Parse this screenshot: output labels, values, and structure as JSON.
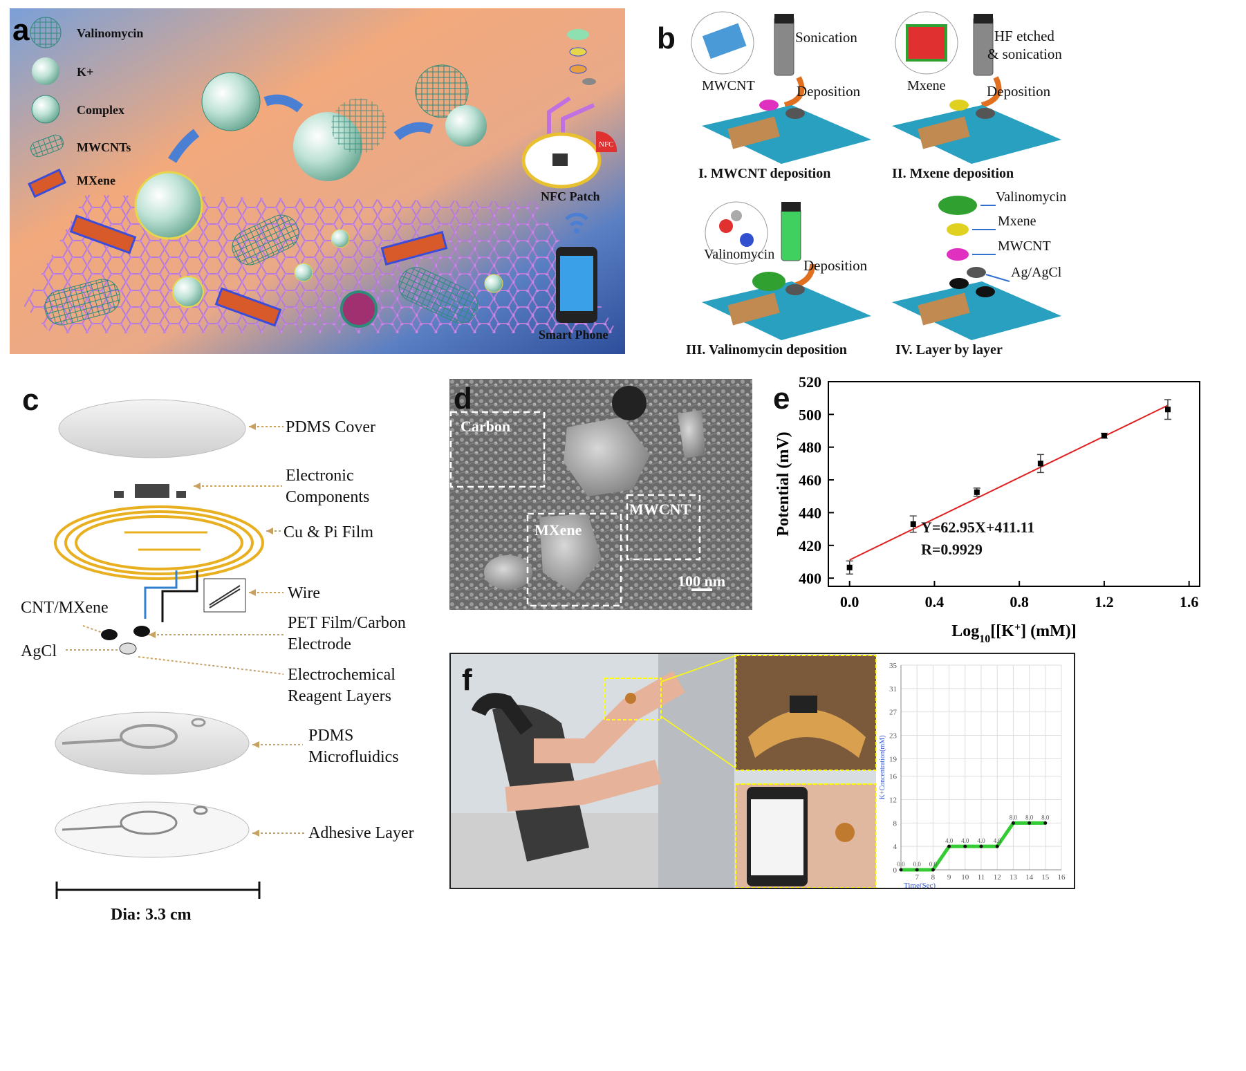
{
  "panel_a": {
    "label": "a",
    "legend": [
      "Valinomycin",
      "K+",
      "Complex",
      "MWCNTs",
      "MXene"
    ],
    "nfc_patch": "NFC Patch",
    "nfc_tag": "NFC",
    "smart_phone": "Smart Phone"
  },
  "panel_b": {
    "label": "b",
    "s1_material": "MWCNT",
    "s1_process": "Sonication",
    "s1_deposit": "Deposition",
    "s1_caption": "I. MWCNT deposition",
    "s2_material": "Mxene",
    "s2_process_1": "HF etched",
    "s2_process_2": "& sonication",
    "s2_deposit": "Deposition",
    "s2_caption": "II. Mxene  deposition",
    "s3_material": "Valinomycin",
    "s3_deposit": "Deposition",
    "s3_caption": "III. Valinomycin  deposition",
    "s4_layers": [
      "Valinomycin",
      "Mxene",
      "MWCNT",
      "Ag/AgCl"
    ],
    "s4_caption": "IV. Layer by layer"
  },
  "panel_c": {
    "label": "c",
    "pdms_cover": "PDMS Cover",
    "electronic_1": "Electronic",
    "electronic_2": "Components",
    "cu_pi": "Cu & Pi Film",
    "wire": "Wire",
    "cnt_mxene": "CNT/MXene",
    "agcl": "AgCl",
    "pet_1": "PET Film/Carbon",
    "pet_2": "Electrode",
    "reagent_1": "Electrochemical",
    "reagent_2": "Reagent Layers",
    "micro_1": "PDMS",
    "micro_2": "Microfluidics",
    "adhesive": "Adhesive Layer",
    "dia": "Dia: 3.3 cm"
  },
  "panel_d": {
    "label": "d",
    "carbon": "Carbon",
    "mxene": "MXene",
    "mwcnt": "MWCNT",
    "scale": "100 nm"
  },
  "panel_e": {
    "label": "e",
    "equation": "Y=62.95X+411.11",
    "r_value": "R=0.9929"
  },
  "panel_f": {
    "label": "f",
    "screen_title": "K+ Concentration (mM)"
  },
  "chart_data": [
    {
      "type": "scatter",
      "panel": "e",
      "xlabel": "Log10[[K+] (mM)]",
      "ylabel": "Potential (mV)",
      "xlim": [
        -0.1,
        1.65
      ],
      "ylim": [
        395,
        520
      ],
      "xticks": [
        0.0,
        0.4,
        0.8,
        1.2,
        1.6
      ],
      "yticks": [
        400,
        420,
        440,
        460,
        480,
        500,
        520
      ],
      "x": [
        0.0,
        0.3,
        0.6,
        0.9,
        1.2,
        1.5
      ],
      "y": [
        406.5,
        433,
        452.5,
        470,
        487,
        503
      ],
      "y_err": [
        4,
        5,
        2.5,
        5.5,
        1.5,
        6
      ],
      "fit": {
        "slope": 62.95,
        "intercept": 411.11,
        "x_range": [
          0.0,
          1.5
        ]
      },
      "grid": false
    },
    {
      "type": "line",
      "panel": "f",
      "ylabel": "K+Concentration(mM)",
      "xlabel": "Time(Sec)",
      "xlim": [
        6,
        16
      ],
      "ylim": [
        0,
        35
      ],
      "xticks": [
        7,
        8,
        9,
        10,
        11,
        12,
        13,
        14,
        15,
        16
      ],
      "yticks": [
        0,
        4,
        8,
        12,
        16,
        19,
        23,
        27,
        31,
        35
      ],
      "x": [
        6,
        7,
        8,
        9,
        10,
        11,
        12,
        13,
        14,
        15
      ],
      "y": [
        0.0,
        0.0,
        0.0,
        4.0,
        4.0,
        4.0,
        4.0,
        8.0,
        8.0,
        8.0
      ],
      "point_labels": [
        "0.0",
        "0.0",
        "0.0",
        "4.0",
        "4.0",
        "4.0",
        "4.0",
        "8.0",
        "8.0",
        "8.0"
      ],
      "color": "#33cc33",
      "grid": true
    }
  ]
}
